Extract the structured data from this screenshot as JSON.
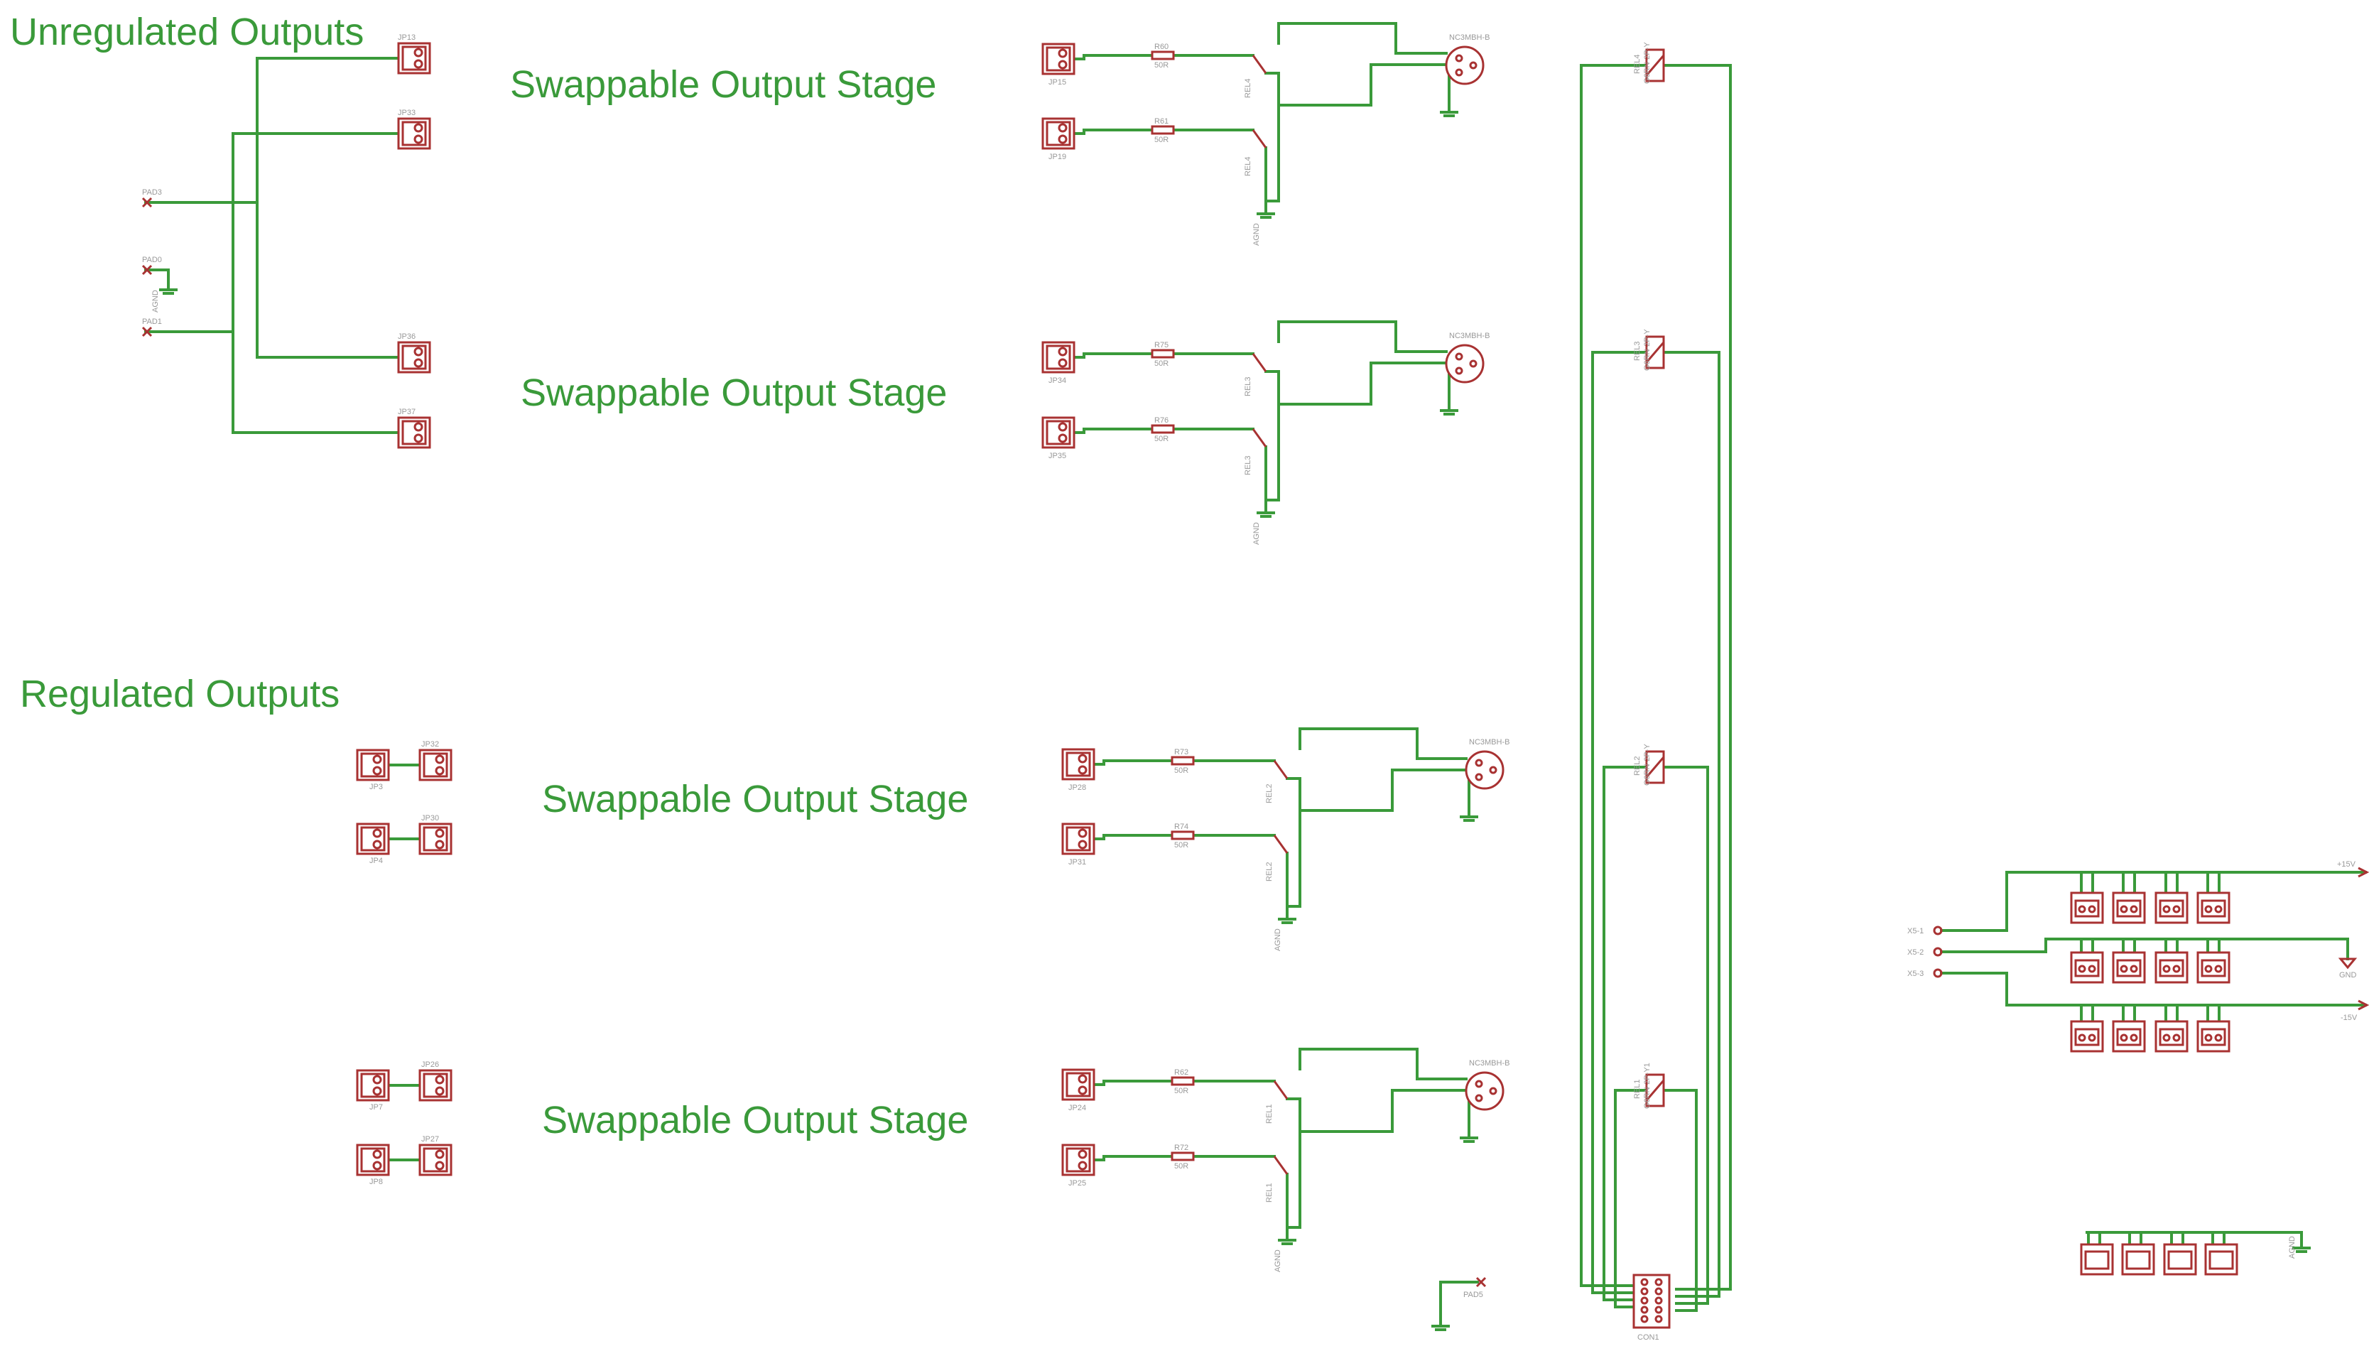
{
  "section_titles": {
    "unregulated": "Unregulated Outputs",
    "regulated": "Regulated Outputs",
    "stage": "Swappable Output Stage"
  },
  "unregulated": {
    "connectors": [
      "JP13",
      "JP33",
      "JP36",
      "JP37"
    ],
    "pads": [
      "PAD3",
      "PAD0",
      "PAD1"
    ],
    "gnd_label": "AGND"
  },
  "regulated": {
    "pairs": [
      [
        "JP3",
        "JP32"
      ],
      [
        "JP4",
        "JP30"
      ],
      [
        "JP7",
        "JP26"
      ],
      [
        "JP8",
        "JP27"
      ]
    ]
  },
  "stages": [
    {
      "in_a": "JP15",
      "in_b": "JP19",
      "res_a": "R60",
      "res_b": "R61",
      "relay": "REL4",
      "xlr": "NC3MBH-B",
      "gnd": "AGND",
      "res_val": "50R"
    },
    {
      "in_a": "JP34",
      "in_b": "JP35",
      "res_a": "R75",
      "res_b": "R76",
      "relay": "REL3",
      "xlr": "NC3MBH-B",
      "gnd": "AGND",
      "res_val": "50R"
    },
    {
      "in_a": "JP28",
      "in_b": "JP31",
      "res_a": "R73",
      "res_b": "R74",
      "relay": "REL2",
      "xlr": "NC3MBH-B",
      "gnd": "AGND",
      "res_val": "50R"
    },
    {
      "in_a": "JP24",
      "in_b": "JP25",
      "res_a": "R62",
      "res_b": "R72",
      "relay": "REL1",
      "xlr": "NC3MBH-B",
      "gnd": "AGND",
      "res_val": "50R"
    }
  ],
  "relay_coils": [
    {
      "name": "REL4",
      "part": "G6RN-2P-Y"
    },
    {
      "name": "REL3",
      "part": "G6RN-2P-Y"
    },
    {
      "name": "REL2",
      "part": "G6RN-2P-Y"
    },
    {
      "name": "REL1",
      "part": "G6RN-2P-Y1"
    }
  ],
  "connector": {
    "name": "CON1",
    "pad": "PAD5"
  },
  "power": {
    "inputs": [
      "X5-1",
      "X5-2",
      "X5-3"
    ],
    "rails": [
      "+15V",
      "GND",
      "-15V"
    ],
    "agnd": "AGND"
  }
}
